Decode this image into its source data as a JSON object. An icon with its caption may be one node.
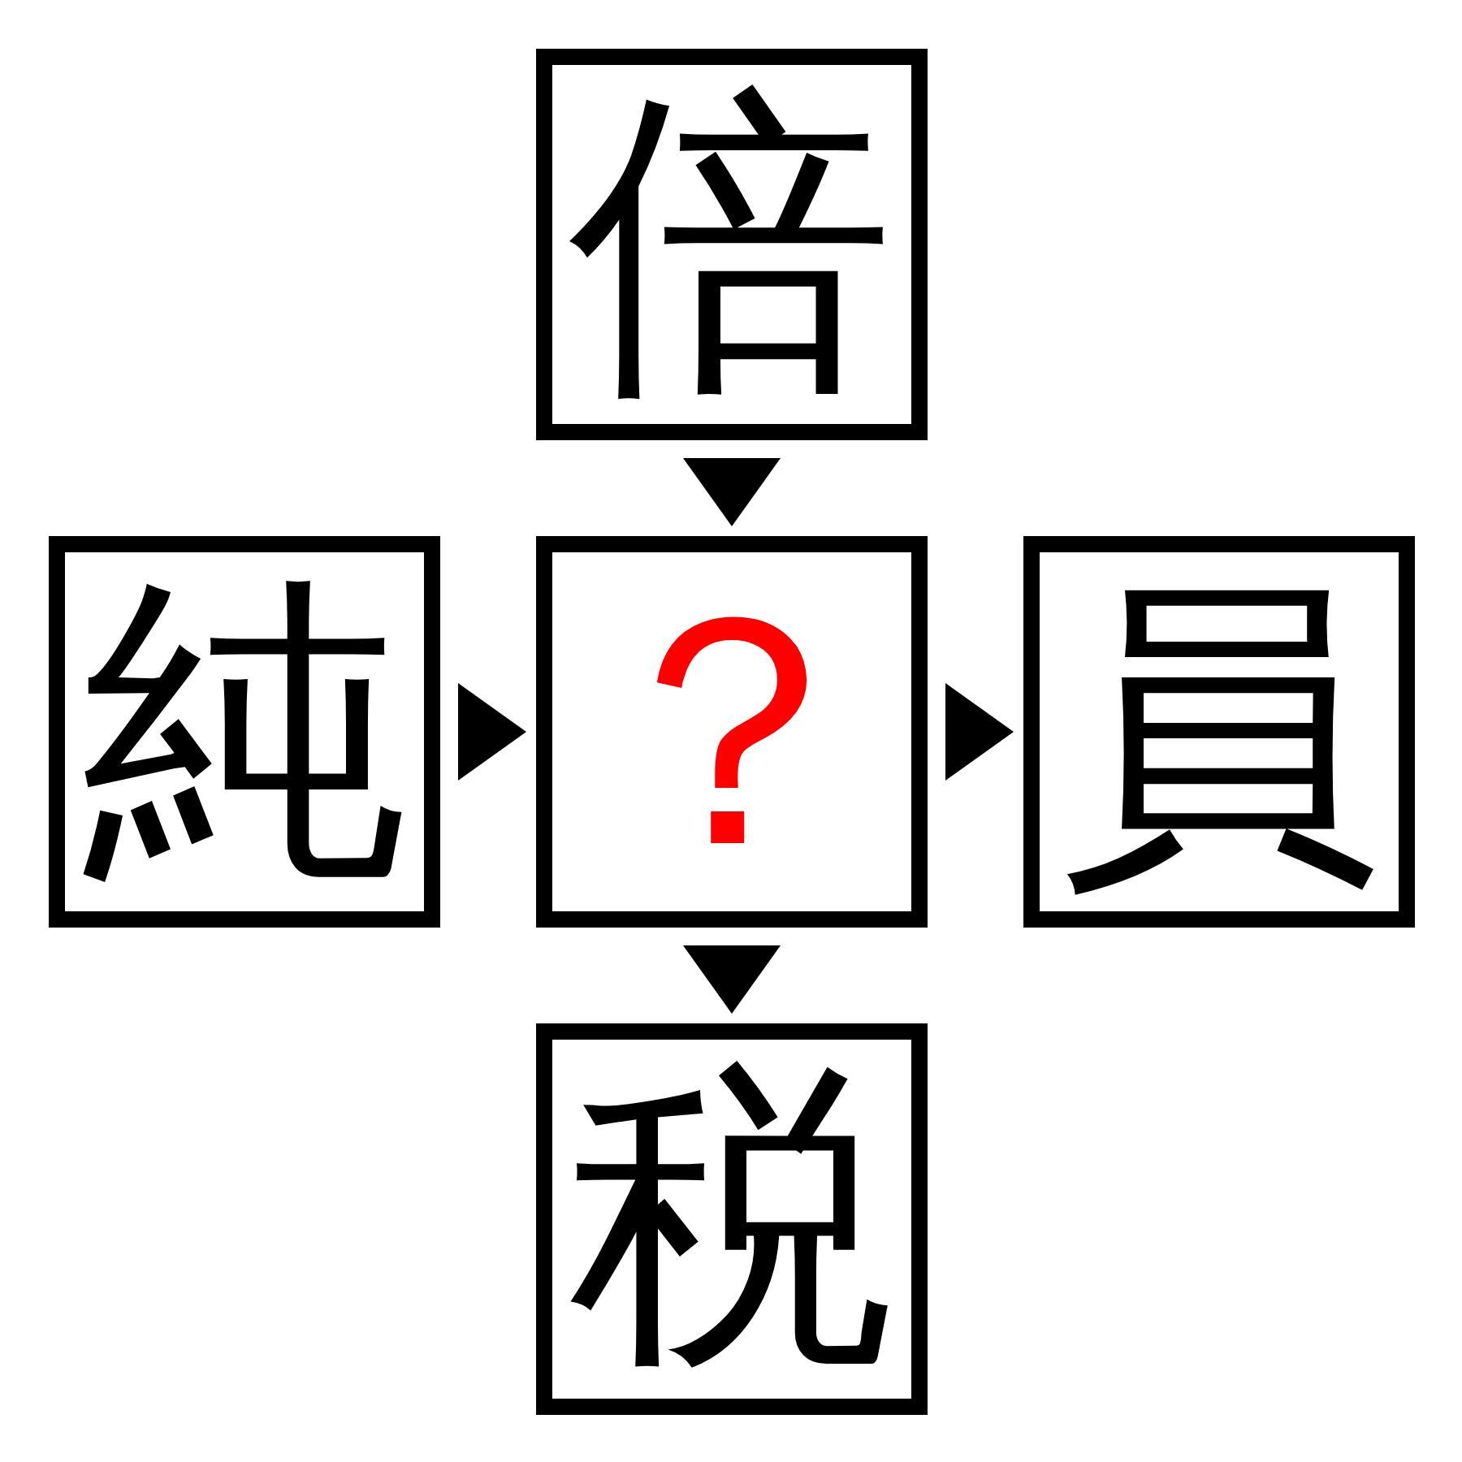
{
  "diagram": {
    "nodes": [
      {
        "text": [
          "倍"
        ]
      },
      {
        "text": [
          "純"
        ]
      },
      {
        "text": [
          "？"
        ]
      },
      {
        "text": [
          "員"
        ]
      },
      {
        "text": [
          "税"
        ]
      }
    ],
    "edges": [
      {
        "from": 0,
        "to": 2,
        "arrow": "to"
      },
      {
        "from": 1,
        "to": 2,
        "arrow": "to"
      },
      {
        "from": 2,
        "to": 3,
        "arrow": "to"
      },
      {
        "from": 2,
        "to": 4,
        "arrow": "to"
      }
    ]
  }
}
